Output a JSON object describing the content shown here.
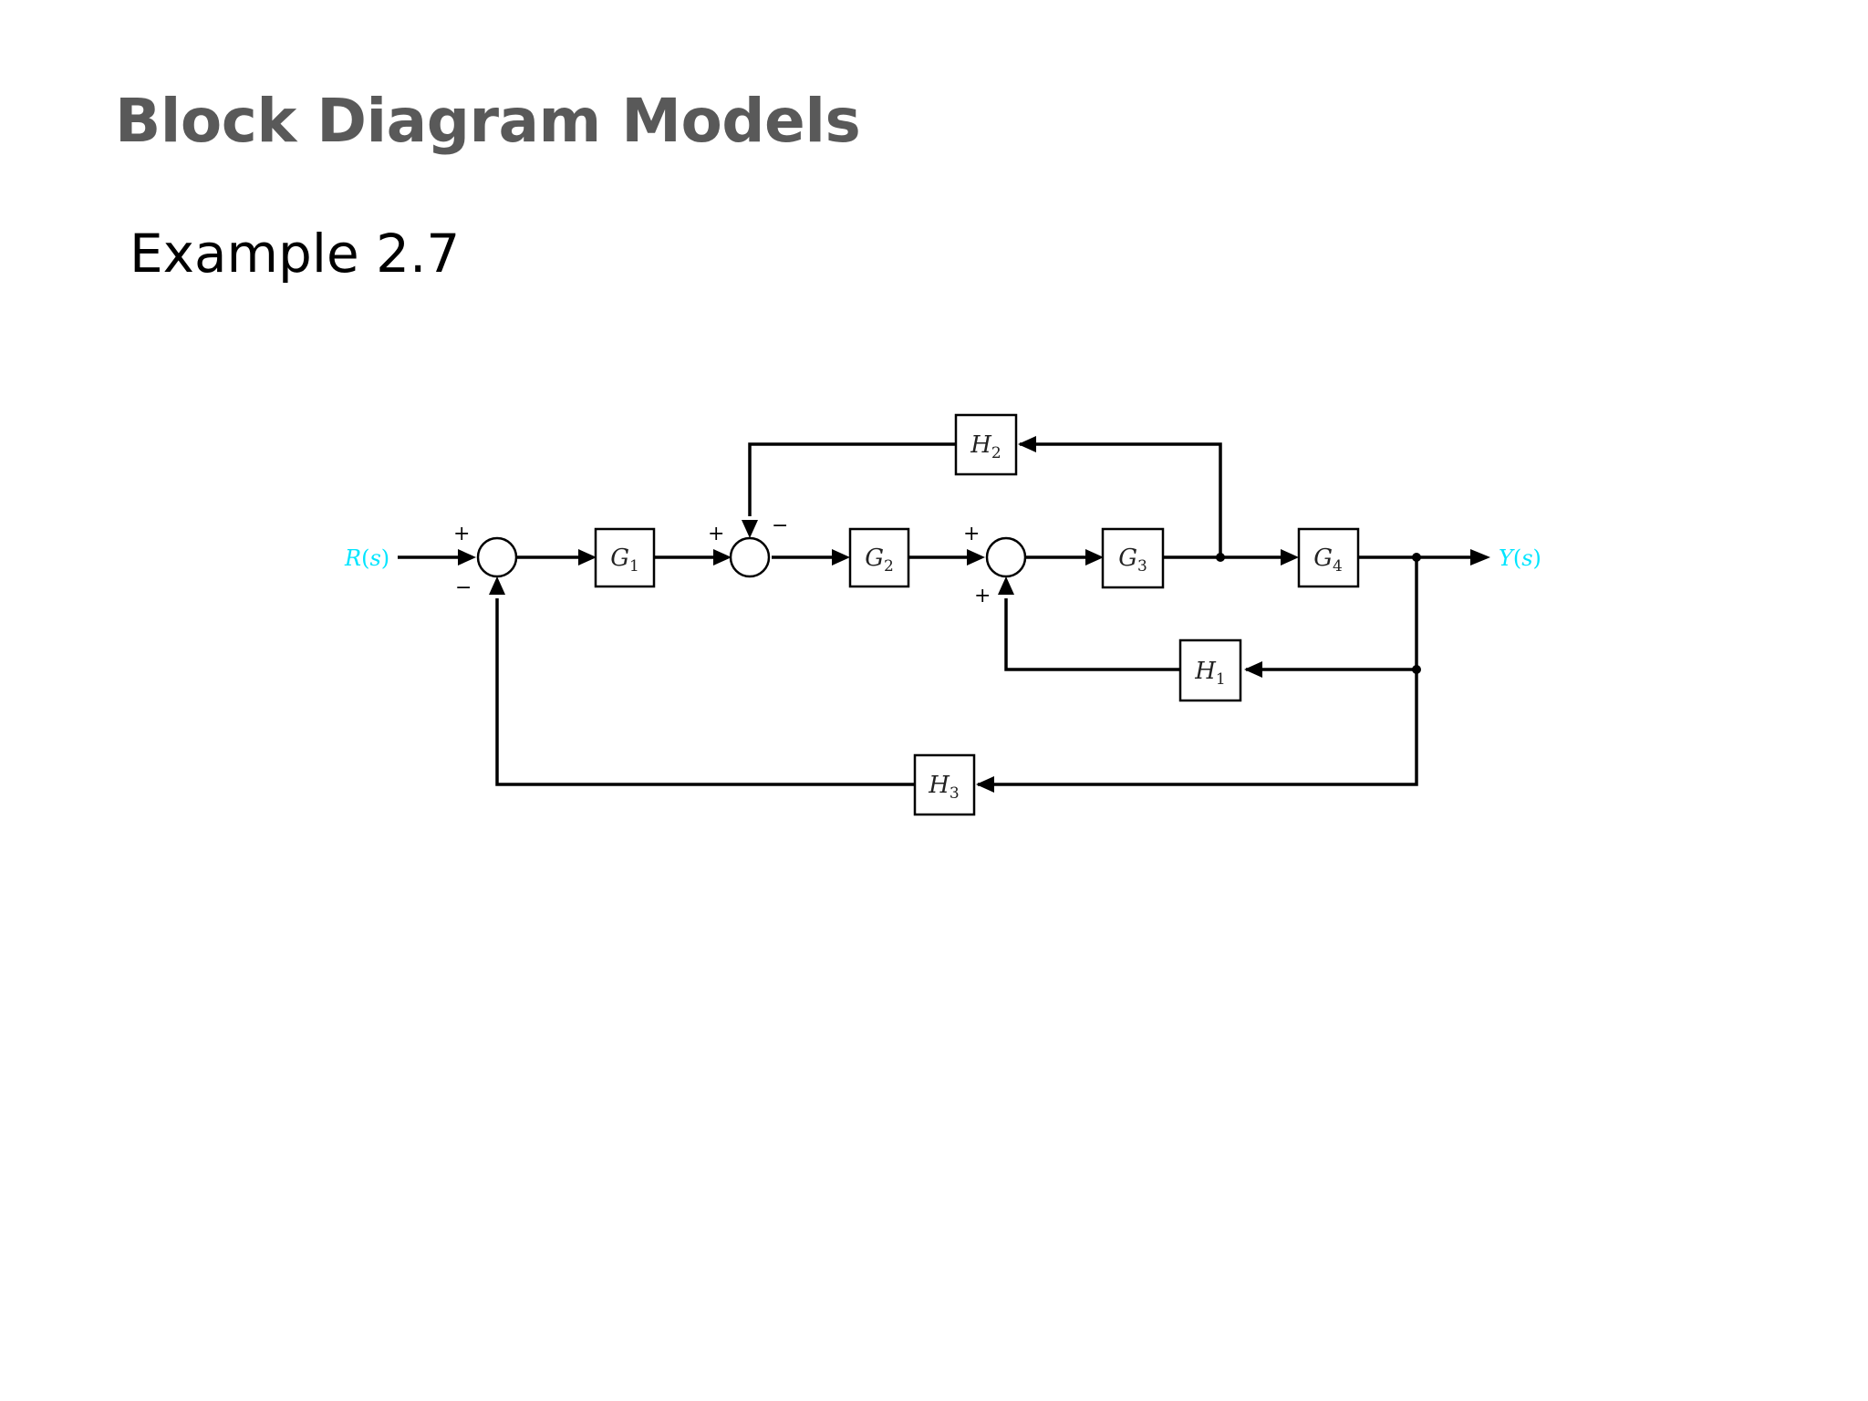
{
  "slide": {
    "title": "Block Diagram Models",
    "subtitle": "Example 2.7"
  },
  "diagram": {
    "signal_color": "#00e5ff",
    "input_signal": {
      "var": "R",
      "arg": "s"
    },
    "output_signal": {
      "var": "Y",
      "arg": "s"
    },
    "blocks": {
      "G1": {
        "letter": "G",
        "sub": "1"
      },
      "G2": {
        "letter": "G",
        "sub": "2"
      },
      "G3": {
        "letter": "G",
        "sub": "3"
      },
      "G4": {
        "letter": "G",
        "sub": "4"
      },
      "H1": {
        "letter": "H",
        "sub": "1"
      },
      "H2": {
        "letter": "H",
        "sub": "2"
      },
      "H3": {
        "letter": "H",
        "sub": "3"
      }
    },
    "summing_junctions": {
      "sum1": {
        "input_sign": "+",
        "feedback_sign": "−"
      },
      "sum2": {
        "input_sign": "+",
        "feedback_sign": "−"
      },
      "sum3": {
        "input_sign": "+",
        "feedback_sign": "+"
      }
    }
  }
}
